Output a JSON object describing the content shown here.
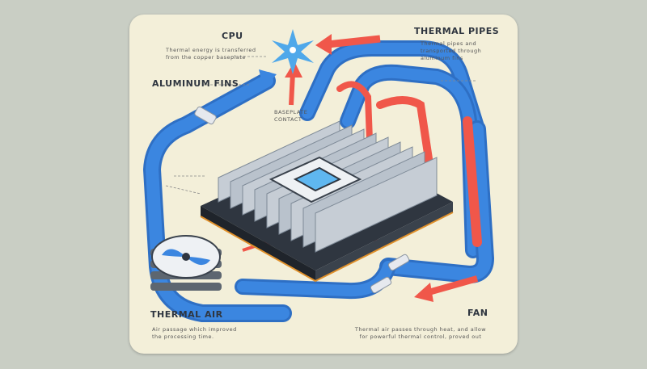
{
  "labels": {
    "cpu": "CPU",
    "cpu_note": "Thermal energy is transferred\nfrom the copper baseplate",
    "aluminum_fins": "ALUMINUM FINS",
    "fins_note": "BASEPLATE\nCONTACT",
    "thermal_pipes": "THERMAL PIPES",
    "pipes_note": "Thermal pipes and\ntransported through\naluminum fins",
    "thermal_air": "THERMAL AIR",
    "air_note": "Air passage which improved\nthe processing time.",
    "fan": "FAN",
    "fan_note": "Thermal air passes through heat, and allow\nfor powerful thermal control, proved out"
  },
  "colors": {
    "pipe_blue": "#3b86e0",
    "hot_red": "#f0574a",
    "card": "#f3efd9",
    "fin": "#b9c2cc",
    "base": "#2f3640"
  }
}
